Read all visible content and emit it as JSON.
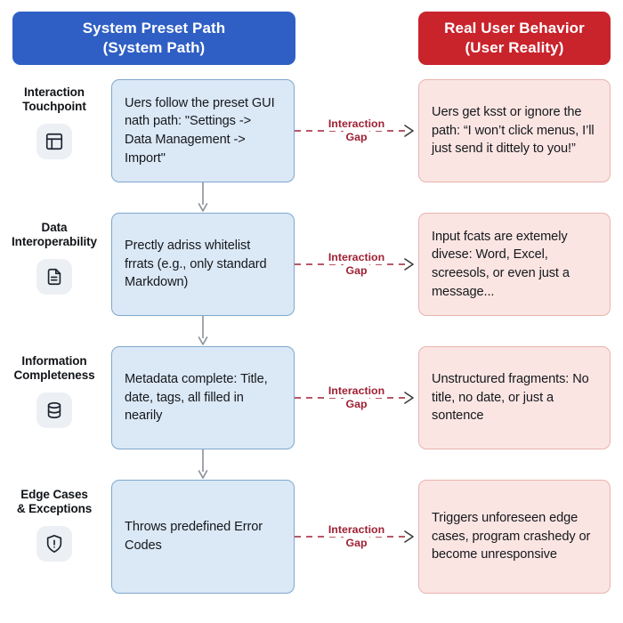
{
  "columns": {
    "system": {
      "line1": "System Preset Path",
      "line2": "(System Path)",
      "color": "#2f5fc4"
    },
    "user": {
      "line1": "Real User Behavior",
      "line2": "(User Reality)",
      "color": "#c9232c"
    }
  },
  "gap_label": {
    "line1": "Interaction",
    "line2": "Gap",
    "color": "#9e2033"
  },
  "rows": [
    {
      "label_line1": "Interaction",
      "label_line2": "Touchpoint",
      "icon": "layout-panel-icon",
      "system_text": "Uers follow the preset GUI nath path: \"Settings -> Data Management -> Import\"",
      "user_text": "Uers get ksst or ignore the path: “I won’t click menus, I’ll just send it dittely to you!”"
    },
    {
      "label_line1": "Data",
      "label_line2": "Interoperability",
      "icon": "document-icon",
      "system_text": "Prectly adriss whitelist frrats (e.g., only standard Markdown)",
      "user_text": "Input fcats are extemely divese: Word, Excel, screesols, or even just a message..."
    },
    {
      "label_line1": "Information",
      "label_line2": "Completeness",
      "icon": "database-icon",
      "system_text": "Metadata complete: Title, date, tags, all filled in nearily",
      "user_text": "Unstructured fragments: No title, no date, or just a sontence"
    },
    {
      "label_line1": "Edge Cases",
      "label_line2": "& Exceptions",
      "icon": "shield-alert-icon",
      "system_text": "Throws predefined Error Codes",
      "user_text": "Triggers unforeseen edge cases, program crashedy or become unresponsive"
    }
  ]
}
